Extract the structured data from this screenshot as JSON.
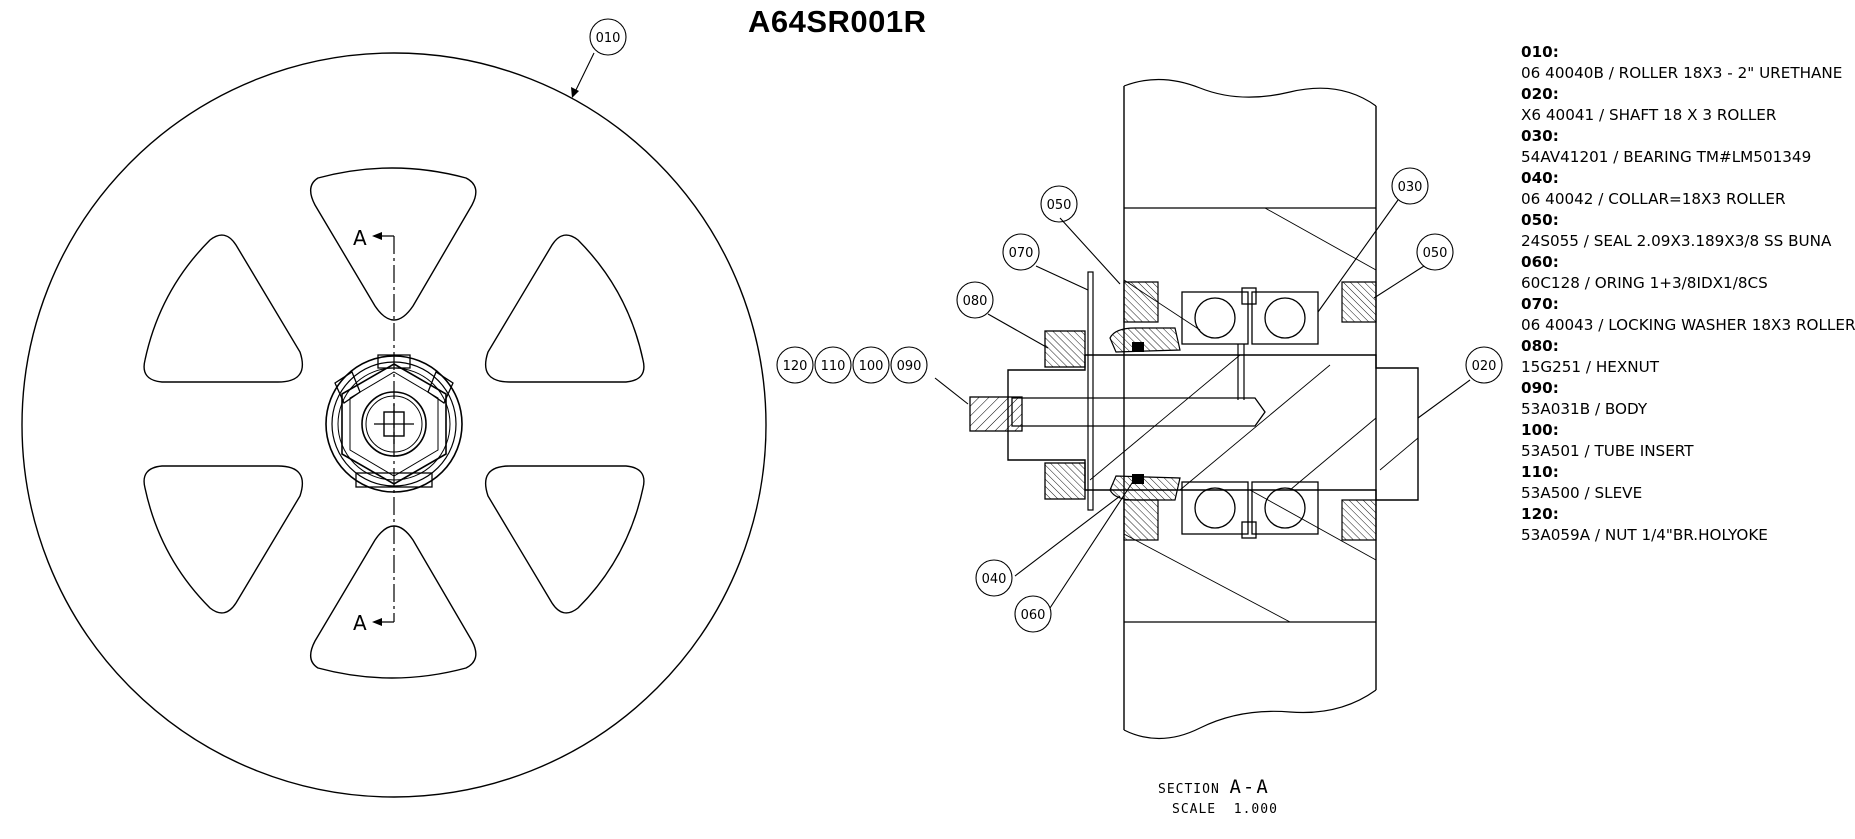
{
  "title": "A64SR001R",
  "bom": [
    {
      "code": "010:",
      "desc": "06 40040B / ROLLER 18X3 - 2\" URETHANE"
    },
    {
      "code": "020:",
      "desc": "X6 40041 / SHAFT 18 X 3 ROLLER"
    },
    {
      "code": "030:",
      "desc": "54AV41201 / BEARING TM#LM501349"
    },
    {
      "code": "040:",
      "desc": "06 40042 / COLLAR=18X3 ROLLER"
    },
    {
      "code": "050:",
      "desc": "24S055 / SEAL 2.09X3.189X3/8 SS BUNA"
    },
    {
      "code": "060:",
      "desc": "60C128 / ORING 1+3/8IDX1/8CS"
    },
    {
      "code": "070:",
      "desc": "06 40043 / LOCKING WASHER 18X3 ROLLER"
    },
    {
      "code": "080:",
      "desc": "15G251 / HEXNUT"
    },
    {
      "code": "090:",
      "desc": "53A031B / BODY"
    },
    {
      "code": "100:",
      "desc": "53A501 / TUBE INSERT"
    },
    {
      "code": "110:",
      "desc": "53A500 / SLEVE"
    },
    {
      "code": "120:",
      "desc": "53A059A / NUT 1/4\"BR.HOLYOKE"
    }
  ],
  "balloons": [
    "010",
    "050",
    "070",
    "080",
    "120",
    "110",
    "100",
    "090",
    "030",
    "050",
    "020",
    "040",
    "060"
  ],
  "section_marker": "A",
  "section_view": {
    "section_label": "SECTION",
    "section_name": "A-A",
    "scale_label": "SCALE",
    "scale_value": "1.000"
  }
}
